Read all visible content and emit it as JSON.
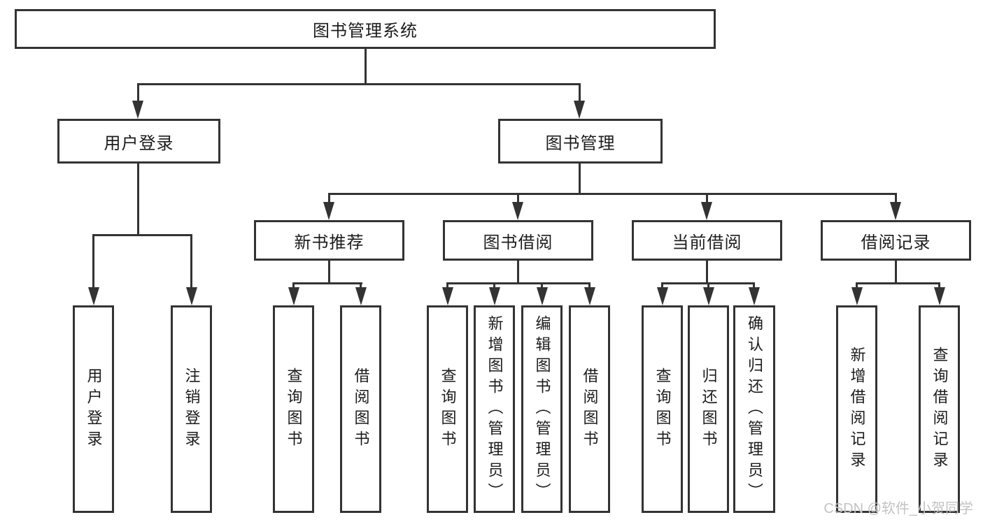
{
  "tree": {
    "label": "图书管理系统",
    "children": [
      {
        "label": "用户登录",
        "children": [
          {
            "label": "用户登录"
          },
          {
            "label": "注销登录"
          }
        ]
      },
      {
        "label": "图书管理",
        "children": [
          {
            "label": "新书推荐",
            "children": [
              {
                "label": "查询图书"
              },
              {
                "label": "借阅图书"
              }
            ]
          },
          {
            "label": "图书借阅",
            "children": [
              {
                "label": "查询图书"
              },
              {
                "label": "新增图书（管理员）"
              },
              {
                "label": "编辑图书（管理员）"
              },
              {
                "label": "借阅图书"
              }
            ]
          },
          {
            "label": "当前借阅",
            "children": [
              {
                "label": "查询图书"
              },
              {
                "label": "归还图书"
              },
              {
                "label": "确认归还（管理员）"
              }
            ]
          },
          {
            "label": "借阅记录",
            "children": [
              {
                "label": "新增借阅记录"
              },
              {
                "label": "查询借阅记录"
              }
            ]
          }
        ]
      }
    ]
  },
  "watermark": {
    "text": "CSDN @软件_小贺同学"
  },
  "colors": {
    "line": "#333333",
    "border": "#333333",
    "text": "#1c1c1c",
    "watermark": "#c4c2c3",
    "background": "#ffffff"
  }
}
